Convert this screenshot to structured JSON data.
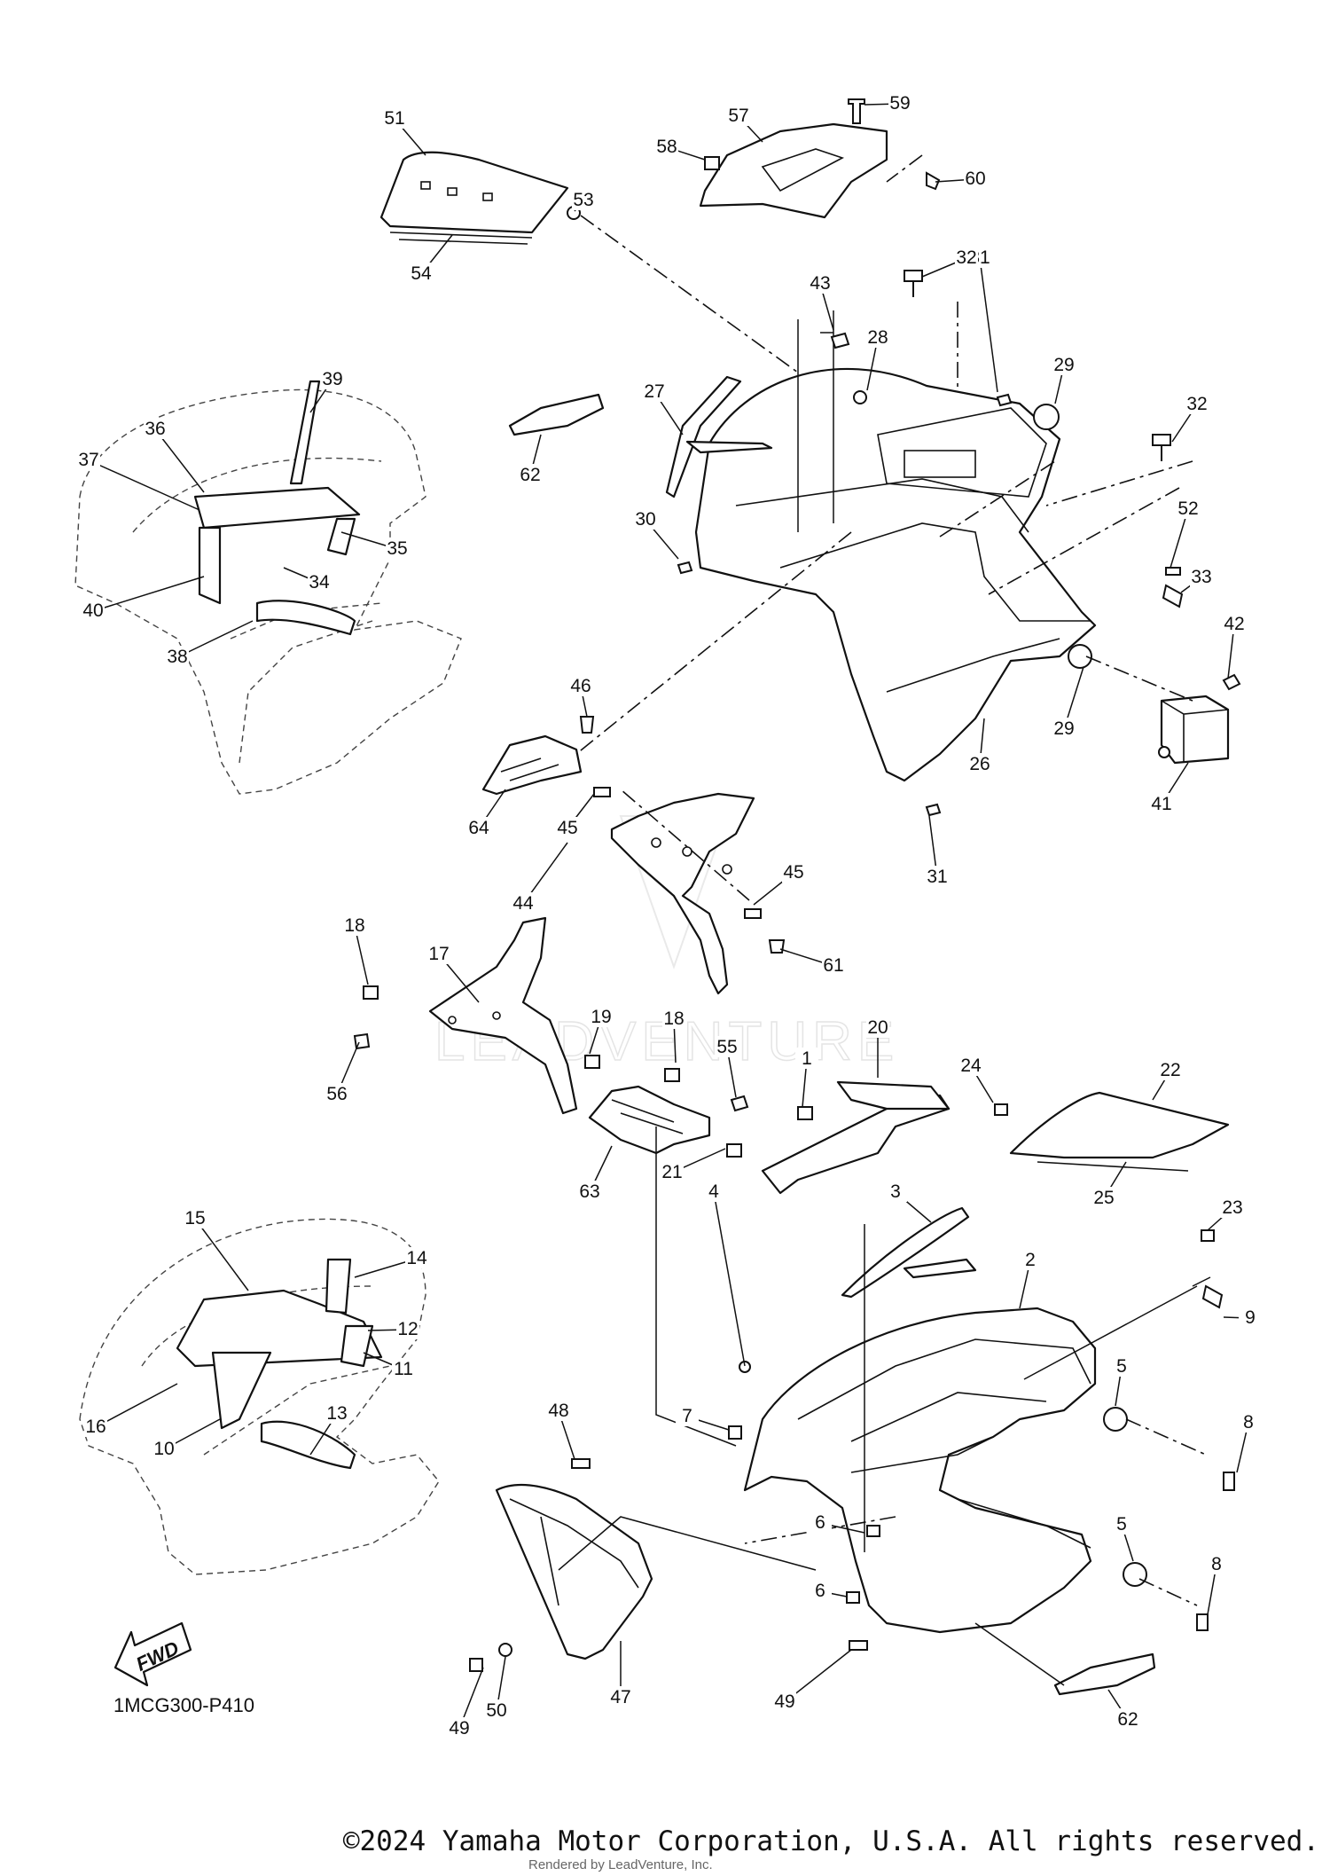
{
  "diagram": {
    "code": "1MCG300-P410",
    "fwd_label": "FWD",
    "watermark": "LEADVENTURE"
  },
  "callouts": [
    "1",
    "2",
    "3",
    "4",
    "5",
    "5",
    "6",
    "6",
    "7",
    "8",
    "8",
    "9",
    "10",
    "11",
    "12",
    "13",
    "14",
    "15",
    "16",
    "17",
    "18",
    "18",
    "19",
    "20",
    "21",
    "22",
    "23",
    "24",
    "25",
    "26",
    "27",
    "28",
    "29",
    "29",
    "30",
    "31",
    "31",
    "32",
    "32",
    "33",
    "34",
    "35",
    "36",
    "37",
    "38",
    "39",
    "40",
    "41",
    "42",
    "43",
    "44",
    "45",
    "45",
    "46",
    "47",
    "48",
    "49",
    "49",
    "50",
    "51",
    "52",
    "53",
    "54",
    "55",
    "56",
    "57",
    "58",
    "59",
    "60",
    "61",
    "62",
    "62",
    "63",
    "64"
  ],
  "footer": {
    "copyright": "©2024 Yamaha Motor Corporation, U.S.A. All rights reserved.",
    "rendered_by": "Rendered by LeadVenture, Inc."
  }
}
